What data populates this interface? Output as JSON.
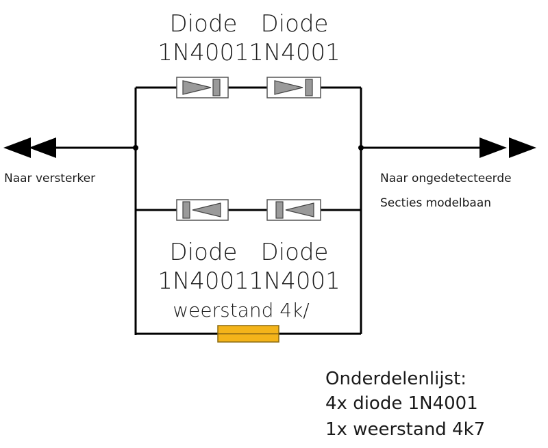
{
  "top_diodes": {
    "left": {
      "line1": "Diode",
      "line2": "1N4001"
    },
    "right": {
      "line1": "Diode",
      "line2": "1N4001"
    }
  },
  "bottom_diodes": {
    "left": {
      "line1": "Diode",
      "line2": "1N4001"
    },
    "right": {
      "line1": "Diode",
      "line2": "1N4001"
    }
  },
  "resistor_label": "weerstand 4k/",
  "left_label": "Naar versterker",
  "right_label": {
    "line1": "Naar ongedetecteerde",
    "line2": "Secties modelbaan"
  },
  "parts_list": {
    "title": "Onderdelenlijst:",
    "line1": "4x diode 1N4001",
    "line2": "1x weerstand 4k7"
  },
  "colors": {
    "wire": "#000000",
    "diode_body": "#9a9a9a",
    "diode_outline": "#555555",
    "resistor_fill": "#f4b41a",
    "resistor_outline": "#8a6a10"
  }
}
